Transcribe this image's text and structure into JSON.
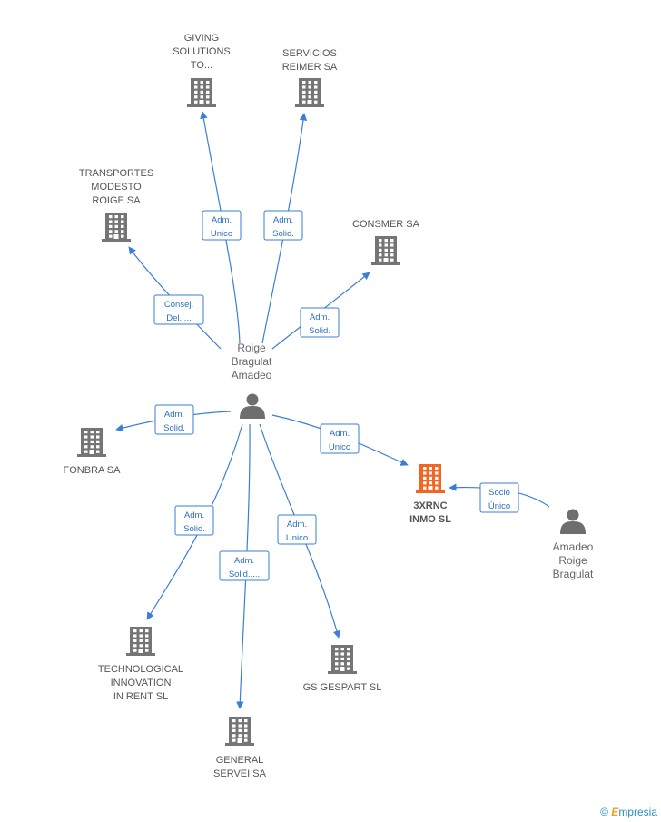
{
  "center": {
    "name_lines": [
      "Roige",
      "Bragulat",
      "Amadeo"
    ]
  },
  "companies": [
    {
      "id": "giving",
      "lines": [
        "GIVING",
        "SOLUTIONS",
        "TO..."
      ],
      "highlight": false
    },
    {
      "id": "servicios",
      "lines": [
        "SERVICIOS",
        "REIMER SA"
      ],
      "highlight": false
    },
    {
      "id": "transportes",
      "lines": [
        "TRANSPORTES",
        "MODESTO",
        "ROIGE SA"
      ],
      "highlight": false
    },
    {
      "id": "consmer",
      "lines": [
        "CONSMER SA"
      ],
      "highlight": false
    },
    {
      "id": "fonbra",
      "lines": [
        "FONBRA SA"
      ],
      "highlight": false
    },
    {
      "id": "3xrnc",
      "lines": [
        "3XRNC",
        "INMO SL"
      ],
      "highlight": true
    },
    {
      "id": "technological",
      "lines": [
        "TECHNOLOGICAL",
        "INNOVATION",
        "IN RENT SL"
      ],
      "highlight": false
    },
    {
      "id": "gespart",
      "lines": [
        "GS GESPART SL"
      ],
      "highlight": false
    },
    {
      "id": "general",
      "lines": [
        "GENERAL",
        "SERVEI SA"
      ],
      "highlight": false
    }
  ],
  "people": [
    {
      "id": "amadeo2",
      "lines": [
        "Amadeo",
        "Roige",
        "Bragulat"
      ]
    }
  ],
  "edges": [
    {
      "to": "giving",
      "role": [
        "Adm.",
        "Unico"
      ]
    },
    {
      "to": "servicios",
      "role": [
        "Adm.",
        "Solid."
      ]
    },
    {
      "to": "transportes",
      "role": [
        "Consej.",
        "Del.,..."
      ]
    },
    {
      "to": "consmer",
      "role": [
        "Adm.",
        "Solid."
      ]
    },
    {
      "to": "fonbra",
      "role": [
        "Adm.",
        "Solid."
      ]
    },
    {
      "to": "3xrnc",
      "role": [
        "Adm.",
        "Unico"
      ]
    },
    {
      "to": "technological",
      "role": [
        "Adm.",
        "Solid."
      ]
    },
    {
      "to": "general",
      "role": [
        "Adm.",
        "Solid.,..."
      ]
    },
    {
      "to": "gespart",
      "role": [
        "Adm.",
        "Unico"
      ]
    },
    {
      "from": "amadeo2",
      "to": "3xrnc",
      "role": [
        "Socio",
        "Único"
      ]
    }
  ],
  "colors": {
    "edge": "#3a7fd5",
    "building": "#757575",
    "building_highlight": "#f26522",
    "person": "#6e6e6e"
  },
  "watermark": {
    "symbol": "©",
    "brand_initial": "E",
    "brand_rest": "mpresia"
  }
}
